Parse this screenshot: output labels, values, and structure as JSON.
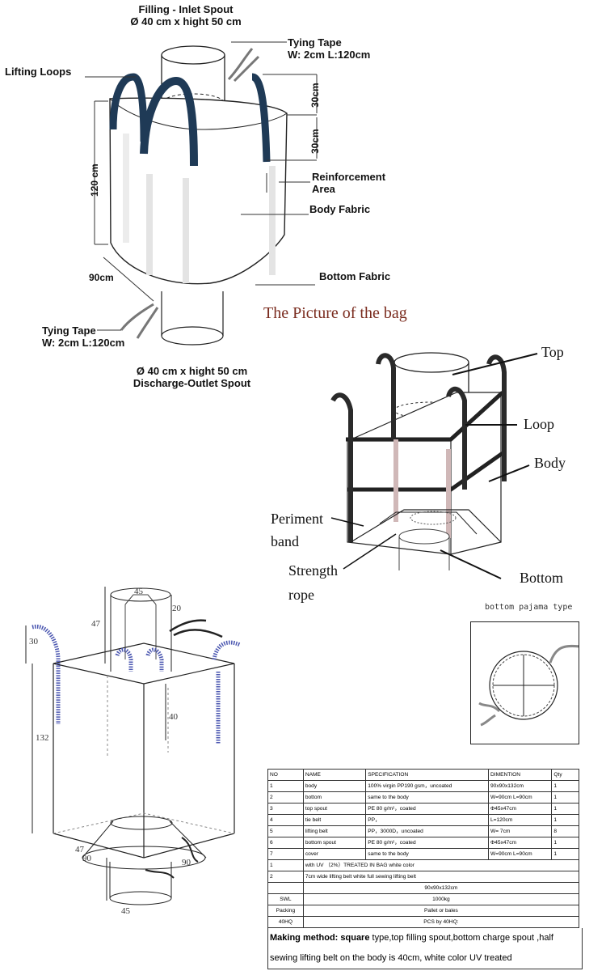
{
  "section1": {
    "inlet_title": "Filling - Inlet Spout",
    "inlet_size": "Ø 40 cm x hight 50 cm",
    "tying_top_title": "Tying Tape",
    "tying_top_size": "W: 2cm  L:120cm",
    "lifting_loops": "Lifting Loops",
    "dim_30a": "30cm",
    "dim_30b": "30cm",
    "dim_120": "120 cm",
    "reinforcement_1": "Reinforcement",
    "reinforcement_2": "Area",
    "body_fabric": "Body Fabric",
    "bottom_fabric": "Bottom Fabric",
    "dim_90": "90",
    "dim_90_unit": "cm",
    "tying_bottom_title": "Tying Tape",
    "tying_bottom_size": "W: 2cm  L:120cm",
    "outlet_size": "Ø 40 cm x hight 50 cm",
    "outlet_title": "Discharge-Outlet Spout",
    "caption": "The Picture of the bag"
  },
  "section2": {
    "top": "Top",
    "loop": "Loop",
    "body": "Body",
    "periment_1": "Periment",
    "periment_2": "band",
    "strength_1": "Strength",
    "strength_2": "rope",
    "bottom": "Bottom"
  },
  "section3": {
    "d45_top": "45",
    "d20": "20",
    "d47_top": "47",
    "d30": "30",
    "d40": "40",
    "d132": "132",
    "d47_bottom": "47",
    "d90_left": "90",
    "d90_right": "90",
    "d45_bottom": "45"
  },
  "pajama_label": "bottom pajama type",
  "spec_table": {
    "header": [
      "NO",
      "NAME",
      "SPECIFICATION",
      "DIMENTION",
      "Qty"
    ],
    "rows": [
      [
        "1",
        "body",
        "100% virgin PP190 gsm，uncoated",
        "90x90x132cm",
        "1"
      ],
      [
        "2",
        "bottom",
        "same to the body",
        "W=90cm L=90cm",
        "1"
      ],
      [
        "3",
        "top spout",
        "PE 80 g/m²，coated",
        "Φ45x47cm",
        "1"
      ],
      [
        "4",
        "tie belt",
        "PP，",
        "L=120cm",
        "1"
      ],
      [
        "5",
        "lifting belt",
        "PP，3000D，uncoated",
        "W= 7cm",
        "8"
      ],
      [
        "6",
        "bottom spout",
        "PE 80 g/m²，coated",
        "Φ45x47cm",
        "1"
      ],
      [
        "7",
        "cover",
        "same to the body",
        "W=90cm L=90cm",
        "1"
      ]
    ],
    "notes": [
      [
        "1",
        "with UV （2%）TREATED IN BAG  white color"
      ],
      [
        "2",
        "7cm wide  lifting belt  white  full sewing lifting belt"
      ]
    ],
    "size_value": "90x90x132cm",
    "summary": [
      [
        "SWL",
        "1000kg"
      ],
      [
        "Packing",
        "Pallet or bales"
      ],
      [
        "40HQ",
        "PCS by 40HQ:"
      ]
    ]
  },
  "making_method": {
    "label": "Making method: square",
    "text1": " type,top filling spout,bottom charge spout  ,half",
    "text2": "sewing lifting belt on the body is 40cm, white color UV treated"
  }
}
